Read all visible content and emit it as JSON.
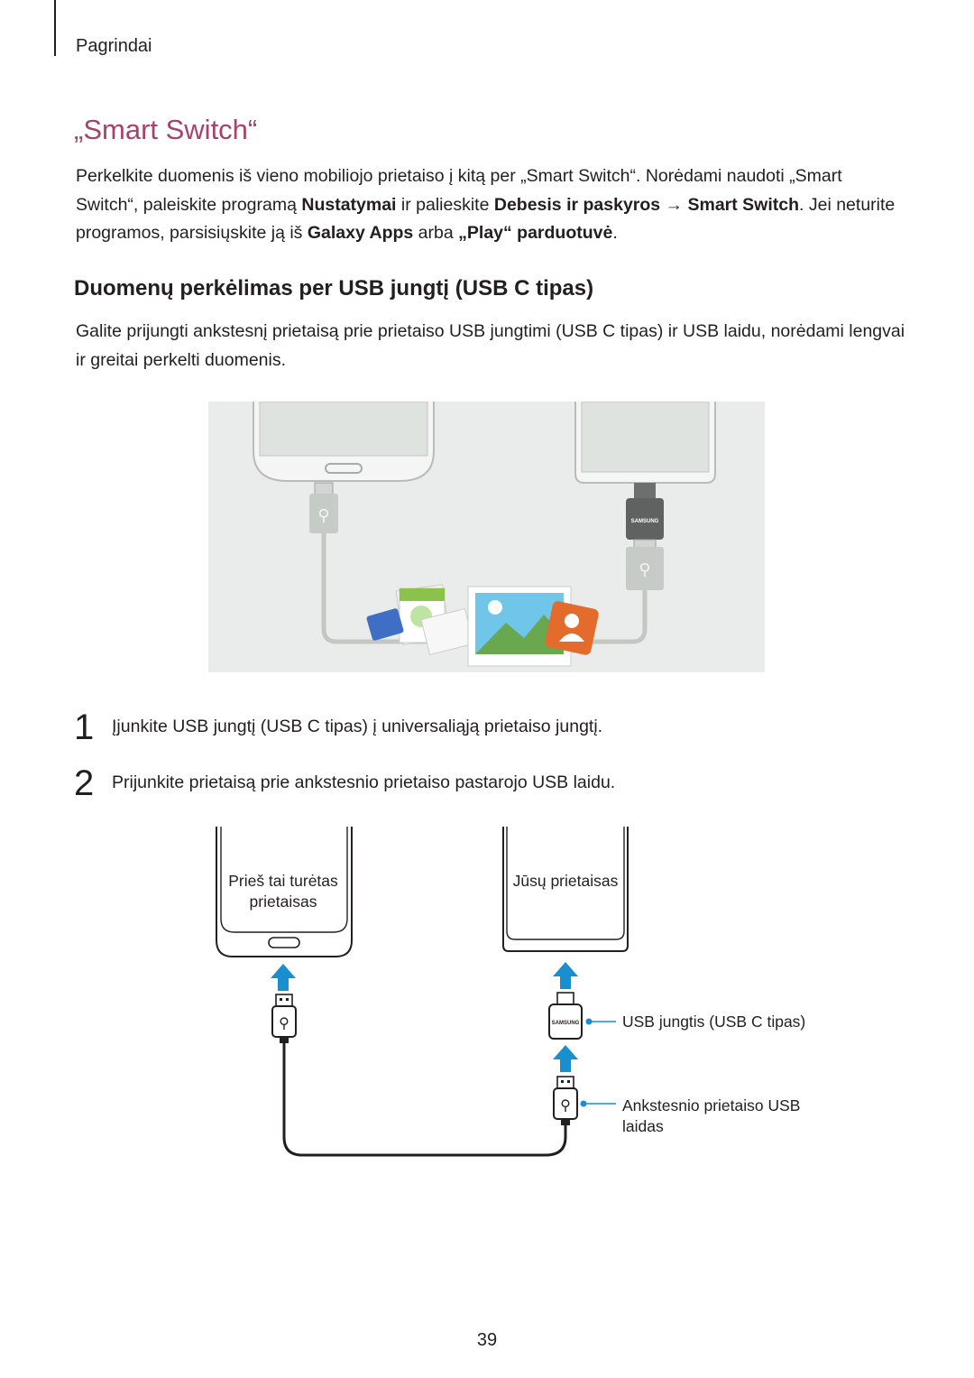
{
  "header": {
    "section": "Pagrindai"
  },
  "title": "„Smart Switch“",
  "intro": {
    "t1": "Perkelkite duomenis iš vieno mobiliojo prietaiso į kitą per „Smart Switch“. Norėdami naudoti „Smart Switch“, paleiskite programą ",
    "b1": "Nustatymai",
    "t2": " ir palieskite ",
    "b2": "Debesis ir paskyros",
    "t3": " → ",
    "b3": "Smart Switch",
    "t4": ". Jei neturite programos, parsisiųskite ją iš ",
    "b4": "Galaxy Apps",
    "t5": " arba ",
    "b5": "„Play“ parduotuvė",
    "t6": "."
  },
  "subheading": "Duomenų perkėlimas per USB jungtį (USB C tipas)",
  "subintro": "Galite prijungti ankstesnį prietaisą prie prietaiso USB jungtimi (USB C tipas) ir USB laidu, norėdami lengvai ir greitai perkelti duomenis.",
  "figure1": {
    "brand": "SAMSUNG"
  },
  "steps": [
    {
      "num": "1",
      "text": "Įjunkite USB jungtį (USB C tipas) į universaliąją prietaiso jungtį."
    },
    {
      "num": "2",
      "text": "Prijunkite prietaisą prie ankstesnio prietaiso pastarojo USB laidu."
    }
  ],
  "figure2": {
    "old_device_line1": "Prieš tai turėtas",
    "old_device_line2": "prietaisas",
    "new_device": "Jūsų prietaisas",
    "connector_label": "USB jungtis (USB C tipas)",
    "cable_label_line1": "Ankstesnio prietaiso USB",
    "cable_label_line2": "laidas",
    "brand": "SAMSUNG",
    "arrow_color": "#1a8fd0"
  },
  "colors": {
    "title": "#a5436b",
    "text": "#231f20",
    "figure_bg": "#e9ecea"
  },
  "page_number": "39"
}
